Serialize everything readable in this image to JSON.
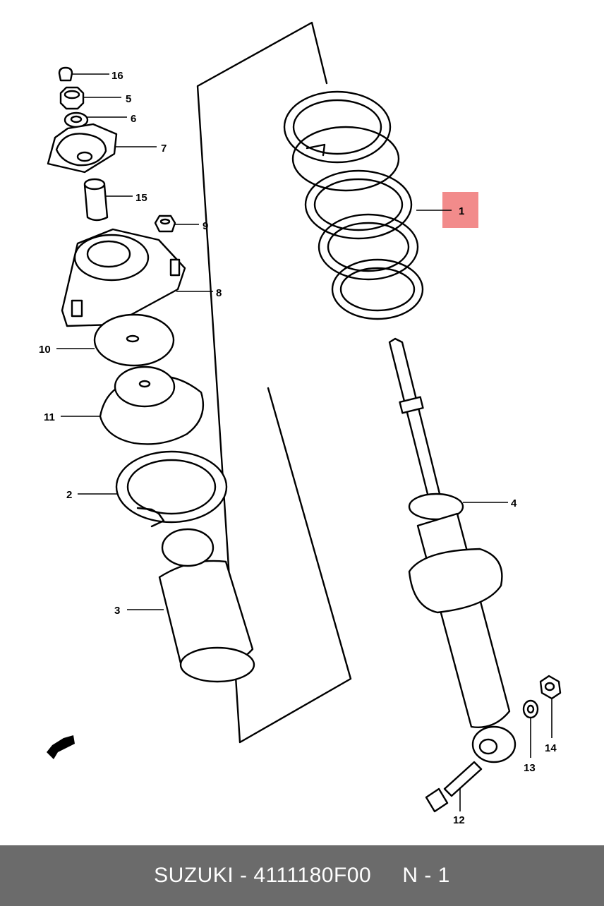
{
  "diagram": {
    "callouts": {
      "p1": "1",
      "p2": "2",
      "p3": "3",
      "p4": "4",
      "p5": "5",
      "p6": "6",
      "p7": "7",
      "p8": "8",
      "p9": "9",
      "p10": "10",
      "p11": "11",
      "p12": "12",
      "p13": "13",
      "p14": "14",
      "p15": "15",
      "p16": "16"
    },
    "highlight_color": "#f28b8b",
    "highlighted_part": "1"
  },
  "footer": {
    "brand": "SUZUKI",
    "separator": "-",
    "part_number": "4111180F00",
    "ref": "N - 1",
    "background": "#6b6b6b"
  }
}
